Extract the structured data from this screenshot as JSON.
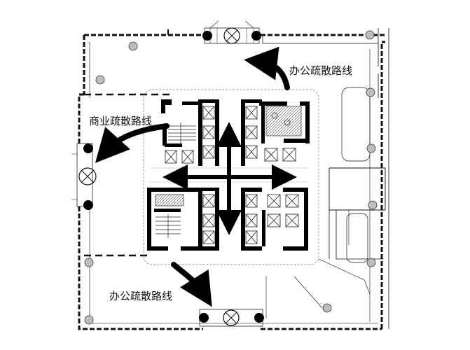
{
  "labels": {
    "office_route_top": "办公疏散路线",
    "commercial_route": "商业疏散路线",
    "office_route_bottom": "办公疏散路线"
  },
  "colors": {
    "line": "#111111",
    "column_fill": "#bdbdbd",
    "wall": "#000000",
    "background": "#ffffff"
  }
}
